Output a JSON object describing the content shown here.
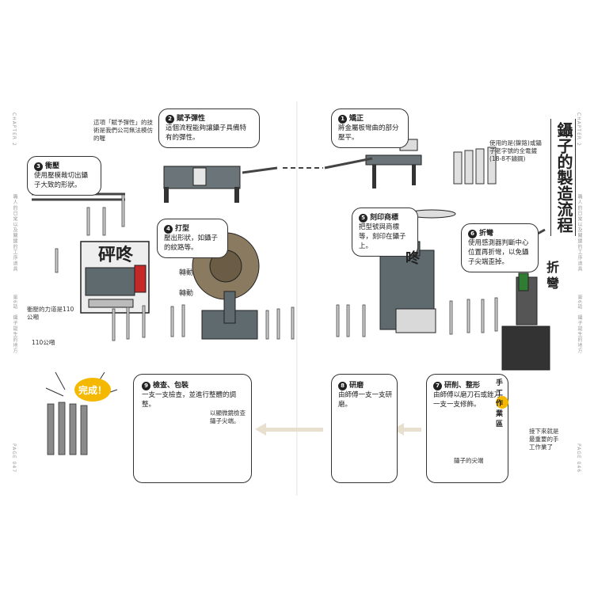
{
  "left_page": {
    "side_chapter": "CHAPTER 2",
    "side_title": "職人的日常以及關鍵的工序道具",
    "side_series": "第6話　鑷子誕生的地方",
    "side_page": "PAGE 047"
  },
  "right_page": {
    "side_chapter": "CHAPTER 2",
    "side_title": "職人的日常以及關鍵的工序道具",
    "side_series": "第6話　鑷子誕生的地方",
    "side_page": "PAGE 046"
  },
  "title": "鑷子的製造流程",
  "steps": [
    {
      "n": "1",
      "name": "矯正",
      "desc": "將金屬板彎曲的部分壓平。"
    },
    {
      "n": "2",
      "name": "賦予彈性",
      "desc": "這個流程能夠讓鑷子具備特有的彈性。"
    },
    {
      "n": "3",
      "name": "衝壓",
      "desc": "使用壓模裁切出鑷子大致的形狀。"
    },
    {
      "n": "4",
      "name": "打型",
      "desc": "壓出形狀，如鑷子的紋路等。"
    },
    {
      "n": "5",
      "name": "刻印商標",
      "desc": "把型號與商標等，刻印在鑷子上。"
    },
    {
      "n": "6",
      "name": "折彎",
      "desc": "使用感測器判斷中心位置再折彎，以免鑷子尖端歪掉。"
    },
    {
      "n": "7",
      "name": "研削、整形",
      "desc": "由師傅以磨刀石或銼刀一支一支修飾。"
    },
    {
      "n": "8",
      "name": "研磨",
      "desc": "由師傅一支一支研磨。"
    },
    {
      "n": "9",
      "name": "檢查、包裝",
      "desc": "一支一支檢查，並進行整體的調整。"
    }
  ],
  "notes": {
    "spring_note": "這項「賦予彈性」的技術是我們公司無法模仿的喔",
    "material_note": "使用的是(鎳鉻)或鑷子老字號的全電鍍(18-8不鏽鋼)",
    "inspection_note": "以顯微鏡檢查鑷子尖端。",
    "handmade_badge": "手工作業區",
    "tip_label": "鑷子的尖端",
    "press_note": "衝壓的力道是110公噸",
    "press_small": "110公噸",
    "bottom_right_note": "接下來就是最重要的手工作業了",
    "done": "完成！"
  },
  "sfx": {
    "press": "砰咚",
    "stamp": "咚",
    "bend": "折彎",
    "roll1": "轉動",
    "roll2": "轉動"
  }
}
